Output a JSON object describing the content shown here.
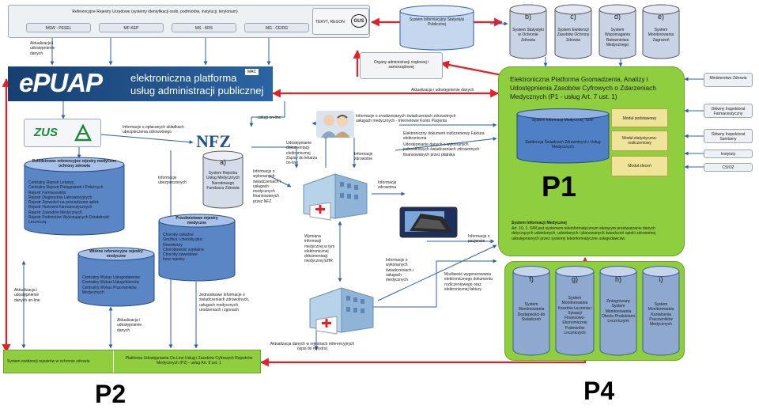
{
  "registers": {
    "title": "Referencyjne Rejestry Urzędowe  (systemy identyfikacji osób, podmiotów, instytucji, terytorium)",
    "items": [
      "MSW - PESEL",
      "MF-KEP",
      "MS - KRS",
      "MG - CEIDG"
    ],
    "teryt": "TERYT, REGON",
    "gus": "GUS"
  },
  "epuap": {
    "logo": "ePUAP",
    "line1": "elektroniczna platforma",
    "line2": "usług administracji publicznej",
    "mac": "MAC"
  },
  "labels": {
    "aktualizacja_top": "Aktualizacja i udostępnienie danych",
    "aktualizacja_epuap": "Aktualizacja i udostępnienie danych",
    "uslugi_online": "usługi on-line",
    "oplacanych": "Informacje o opłacanych składkach ubezpieczenia zdrowotnego",
    "zrealizowanych": "Informacje o zrealizowanych świadczeniach zdrowotnych usługach medycznych - Internetowe Konto Pacjenta",
    "elektroniczny_dok": "Elektroniczny dokument rozliczeniowy Faktura elektroniczna",
    "udostepnianie_wyk": "Udostępnianie danych  o wykonanych jednostkowych świadczeniach zdrowotnych finansowanych przez płatnika",
    "udostepnianie_dok": "Udostępnianie dokumentacji elektronicznej Zapisy do lekarza on-line",
    "info_zdrowotne": "Informacje zdrowotne",
    "info_zdrowotna": "Informacja zdrowotna",
    "info_ubezpieczonych": "Informacje ubezpieczonych",
    "info_wykonanych_nfz": "Informacje o wykonanych świadczeniach i usługach medycznych finansowanych przez NFZ",
    "wymiana": "Wymiana informacji medycznej  w tym elektronicznej dokumentacji medycznej EHR",
    "info_wykonanych": "Informacje o wykonanych świadczeniach i usługach medycznych",
    "mozliwosc": "Możliwość wygenerowania elektronicznego dokumentu rozliczeniowego oraz elektronicznej faktury",
    "info_pacjencie": "Informacje o pacjencie",
    "jednostkowe": "Jednostkowe informacje o świadczeniach zdrowotnych, usługach medycznych, urodzeniach i zgonach",
    "aktualizacja_rejestrach": "Aktualizacja danych w rejestrach referencyjnych (wpis do rejestru)",
    "aktualizacja_mid": "Aktualizacja i udostępnienie danych",
    "aktualizacja_left": "Aktualizacja i udostępnienie danych on-line",
    "nfz": "NFZ",
    "zus": "ZUS"
  },
  "top_systems": {
    "sis": "System Informacyjny Statystyki Publicznej",
    "organy": "Organy administracji rządowej i samorządowej",
    "b": {
      "letter": "b)",
      "text": "System Statystyki w Ochronie Zdrowia"
    },
    "c": {
      "letter": "c)",
      "text": "System Ewidencji Zasobów Ochrony Zdrowia"
    },
    "d": {
      "letter": "d)",
      "text": "System Wspomagania Ratownictwa Medycznego"
    },
    "e": {
      "letter": "e)",
      "text": "System Monitorowania Zagrożeń"
    }
  },
  "p1": {
    "title": "Elektroniczna Platforma Gromadzenia, Analizy i Udostępnienia Zasobów Cyfrowych o Zdarzeniach Medycznych (P1 - usług Art. 7 ust. 1)",
    "sim": "System Informacji Medycznej \"SIM\"",
    "sim_sub": "Ewidencja Świadczeń Zdrowotnych i Usług Medycznych",
    "modules": [
      "Moduł podstawowy",
      "Moduł statystyczno-rozliczeniowy",
      "Moduł zleceń"
    ],
    "big": "P1",
    "desc_title": "System Informacji Medycznej",
    "desc": "Art. 10. 1. SIM jest systemem teleinformatycznym służącym przetwarzaniu danych dotyczących udzielonych, udzielanych i planowanych świadczeń opieki zdrowotnej udostępnionych przez systemy teleinformatyczne usługodawców."
  },
  "right_boxes": [
    "Ministerstwo Zdrowia",
    "Główny Inspektorat Farmaceutyczny",
    "Główny Inspektorat Sanitarny",
    "Instytuty",
    "CSIOZ"
  ],
  "a": {
    "letter": "a)",
    "text": "System Rejestru Usług Medycznych Narodowego Funduszu Zdrowia"
  },
  "left_cyl1": {
    "title": "Dziedzinowe referencyjne rejestry medyczne ochrony zdrowia",
    "items": [
      "Centralny Rejestr Lekarzy",
      "Centralny Rejestr Pielęgniarek i Położnych",
      "Rejestr Farmaceutów",
      "Rejestr Diagnostów Laboratoryjnych",
      "Rejestr Zezwoleń na prowadzenie aptek",
      "Rejestr Hurtowni Farmaceutycznych",
      "Rejestr Zawodów Medycznych",
      "Rejestr Podmiotów Wykonujących Działalność Leczniczą"
    ]
  },
  "left_cyl2": {
    "title": "Wtórne referencyjne rejestry medyczne",
    "items": [
      "Centralny Wykaz Usługodawców",
      "Centralny Wykaz Usługobiorców",
      "Centralny Wykaz Pracowników Medycznych"
    ]
  },
  "mid_cyl": {
    "title": "Przedmiotowe rejestry medyczne",
    "items": [
      "Choroby zakaźne",
      "Gruźlica i choroby płuc",
      "Nowotwory",
      "Chorobowość szpitalna",
      "Choroby zawodowe",
      "Inne rejestry"
    ]
  },
  "bottom": {
    "ewidencji": "System ewidencji rejestrów w ochronie zdrowia",
    "platforma": "Platforma Udostępniania On-Line Usług i Zasobów Cyfrowych Rejestrów Medycznych (P2) - usług Art. 8 ust. 1"
  },
  "p4_systems": [
    {
      "letter": "f)",
      "text": "System Monitorowania Dostępności do Świadczeń"
    },
    {
      "letter": "g)",
      "text": "System Monitorowania Kosztów Leczenia i Sytuacji Finansowo-Ekonomicznej Podmiotów Leczniczych"
    },
    {
      "letter": "h)",
      "text": "Zintegrowany System Monitorowania Obrotu Produktami Leczniczymi"
    },
    {
      "letter": "i)",
      "text": "System Monitorowania Kształcenia Pracowników Medycznych"
    }
  ],
  "big_labels": {
    "p2": "P2",
    "p4": "P4"
  },
  "colors": {
    "arrow_red": "#e41f26",
    "arrow_blue": "#2f5fa8",
    "platform_green": "#8fcf3f",
    "epuap_blue": "#21528a",
    "cyl_blue": "#5b86c6",
    "module_yellow": "#efe49a"
  }
}
